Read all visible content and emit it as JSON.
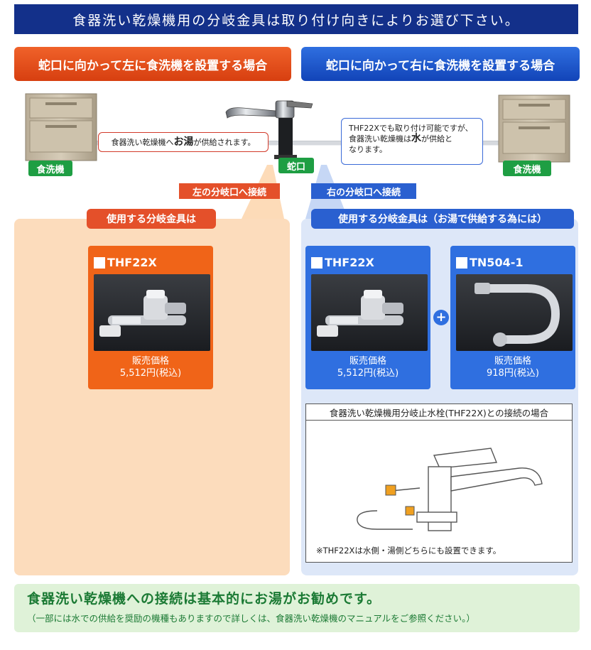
{
  "header": {
    "title": "食器洗い乾燥機用の分岐金具は取り付け向きによりお選び下さい。"
  },
  "columns": {
    "left_title": "蛇口に向かって左に食洗機を設置する場合",
    "right_title": "蛇口に向かって右に食洗機を設置する場合"
  },
  "diagram": {
    "dishwasher_label": "食洗機",
    "faucet_label": "蛇口",
    "left_callout": {
      "pre": "食器洗い乾燥機へ",
      "bold": "お湯",
      "post": "が供給されます。"
    },
    "right_callout": {
      "line1": "THF22Xでも取り付け可能ですが、",
      "line2_pre": "食器洗い乾燥機は",
      "line2_bold": "水",
      "line2_post": "が供給と",
      "line3": "なります。"
    },
    "left_tag": "左の分岐口へ接続",
    "right_tag": "右の分岐口へ接続"
  },
  "left_panel": {
    "heading": "使用する分岐金具は",
    "product": {
      "name": "THF22X",
      "price_label": "販売価格",
      "price": "5,512円(税込)"
    }
  },
  "right_panel": {
    "heading": "使用する分岐金具は（お湯で供給する為には）",
    "products": [
      {
        "name": "THF22X",
        "price_label": "販売価格",
        "price": "5,512円(税込)"
      },
      {
        "name": "TN504-1",
        "price_label": "販売価格",
        "price": "918円(税込)"
      }
    ],
    "connection_title": "食器洗い乾燥機用分岐止水栓(THF22X)との接続の場合",
    "connection_note": "※THF22Xは水側・湯側どちらにも設置できます。"
  },
  "footer": {
    "main": "食器洗い乾燥機への接続は基本的にお湯がお勧めです。",
    "sub": "（一部には水での供給を奨励の機種もありますので詳しくは、食器洗い乾燥機のマニュアルをご参照ください。）"
  },
  "colors": {
    "navy": "#13308a",
    "orange": "#f0622a",
    "blue": "#2f6fe0",
    "green": "#1e9e43"
  }
}
